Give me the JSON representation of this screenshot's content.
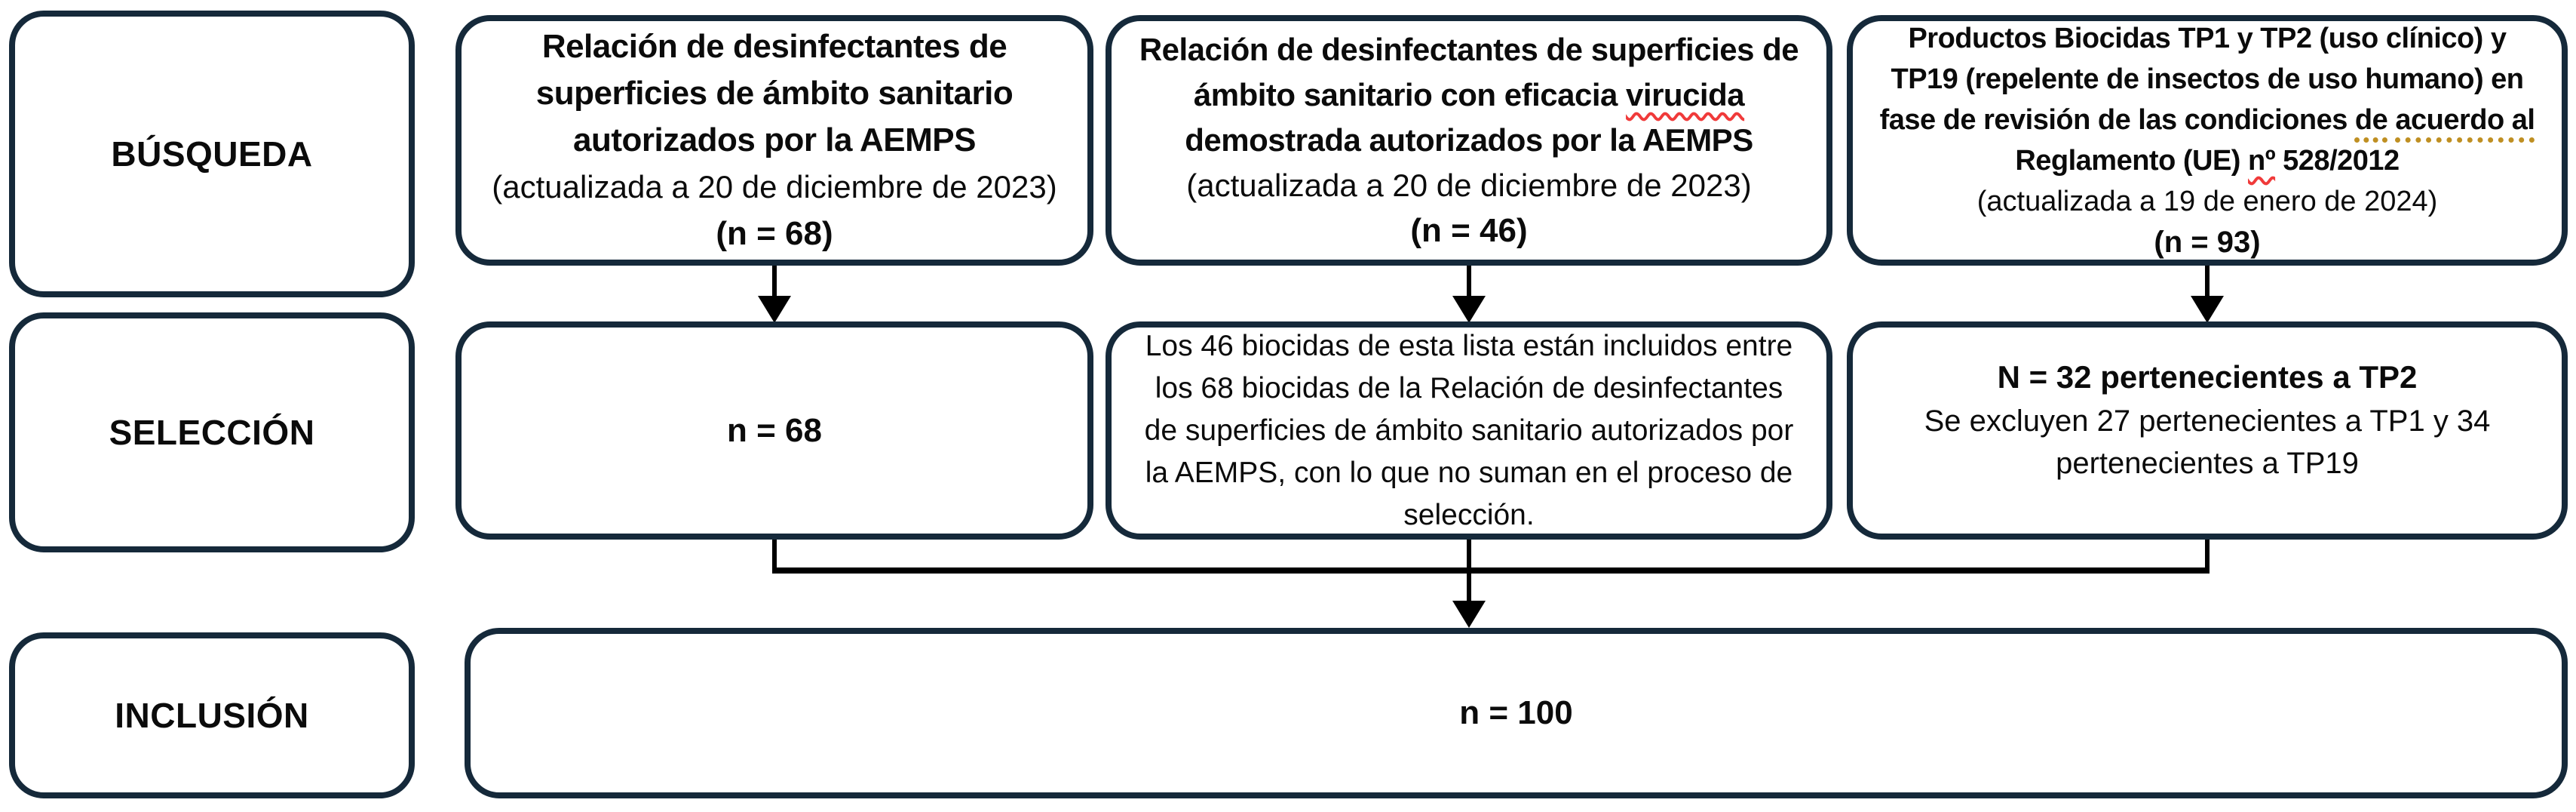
{
  "palette": {
    "box_border": "#15293a",
    "text": "#0b0b0b",
    "connector": "#000000",
    "squiggle_red": "#f03a3a",
    "squiggle_gold": "#bf8f22"
  },
  "row_labels": {
    "busqueda": "BÚSQUEDA",
    "seleccion": "SELECCIÓN",
    "inclusion": "INCLUSIÓN"
  },
  "search_row": {
    "box1": {
      "title": "Relación de desinfectantes de superficies de ámbito sanitario autorizados por la AEMPS",
      "date": "(actualizada a 20 de diciembre de 2023)",
      "n": "(n = 68)"
    },
    "box2": {
      "title_pre": "Relación de desinfectantes de superficies de ámbito sanitario con eficacia ",
      "title_virucida": "virucida",
      "title_post": " demostrada autorizados por la AEMPS",
      "date": "(actualizada a 20 de diciembre de 2023)",
      "n": "(n = 46)"
    },
    "box3": {
      "seg1": "Productos Biocidas TP1 y TP2 (uso clínico) y TP19 (repelente de insectos de uso humano) en fase de revisión de las condiciones ",
      "seg2_de": "de",
      "seg3": " ",
      "seg4_acuerdo": "acuerdo al",
      "seg5": " Reglamento (UE) ",
      "seg6_num": "nº",
      "seg7": " 528/2012",
      "date": "(actualizada a 19 de enero de 2024)",
      "n": "(n = 93)"
    }
  },
  "selection_row": {
    "box1": {
      "n": "n = 68"
    },
    "box2": {
      "note": "Los 46 biocidas de esta lista están incluidos entre los 68 biocidas de la Relación de desinfectantes de superficies de ámbito sanitario autorizados por la AEMPS, con lo que no suman en el proceso de selección."
    },
    "box3": {
      "line1": "N = 32 pertenecientes a TP2",
      "line2": "Se excluyen 27 pertenecientes a TP1 y 34 pertenecientes a TP19"
    }
  },
  "inclusion_row": {
    "box": {
      "n": "n = 100"
    }
  }
}
